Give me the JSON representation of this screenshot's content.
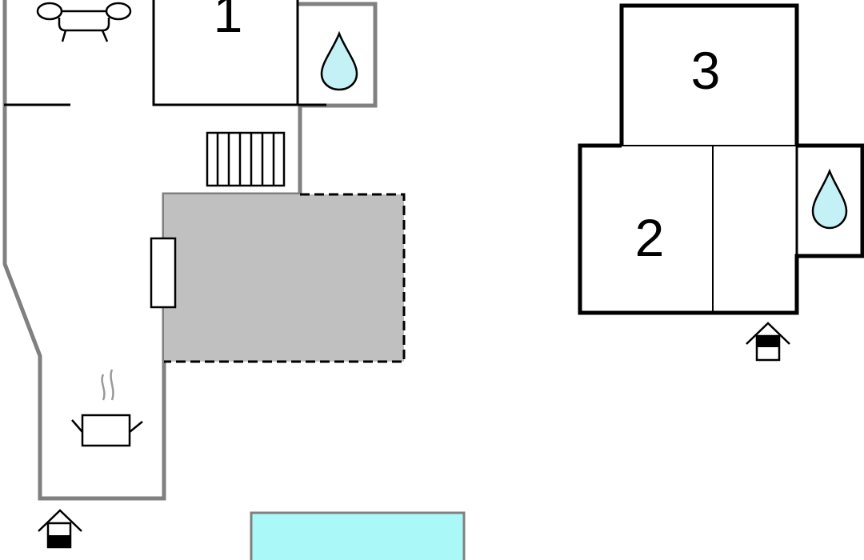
{
  "floorplan": {
    "rooms": [
      {
        "label": "1"
      },
      {
        "label": "2"
      },
      {
        "label": "3"
      }
    ],
    "icons": [
      {
        "name": "sofa-icon"
      },
      {
        "name": "water-drop-icon"
      },
      {
        "name": "stairs-icon"
      },
      {
        "name": "cooking-pot-icon"
      },
      {
        "name": "entrance-icon"
      },
      {
        "name": "water-drop-icon"
      },
      {
        "name": "entrance-icon"
      }
    ],
    "areas": [
      {
        "name": "terrace",
        "style": "dashed-gray"
      },
      {
        "name": "swimming-pool",
        "style": "cyan"
      }
    ],
    "colors": {
      "wall_gray": "#808080",
      "wall_black": "#000000",
      "terrace_fill": "#c0c0c0",
      "pool_fill": "#aaf8f8",
      "water_drop": "#c4f1f5"
    }
  }
}
